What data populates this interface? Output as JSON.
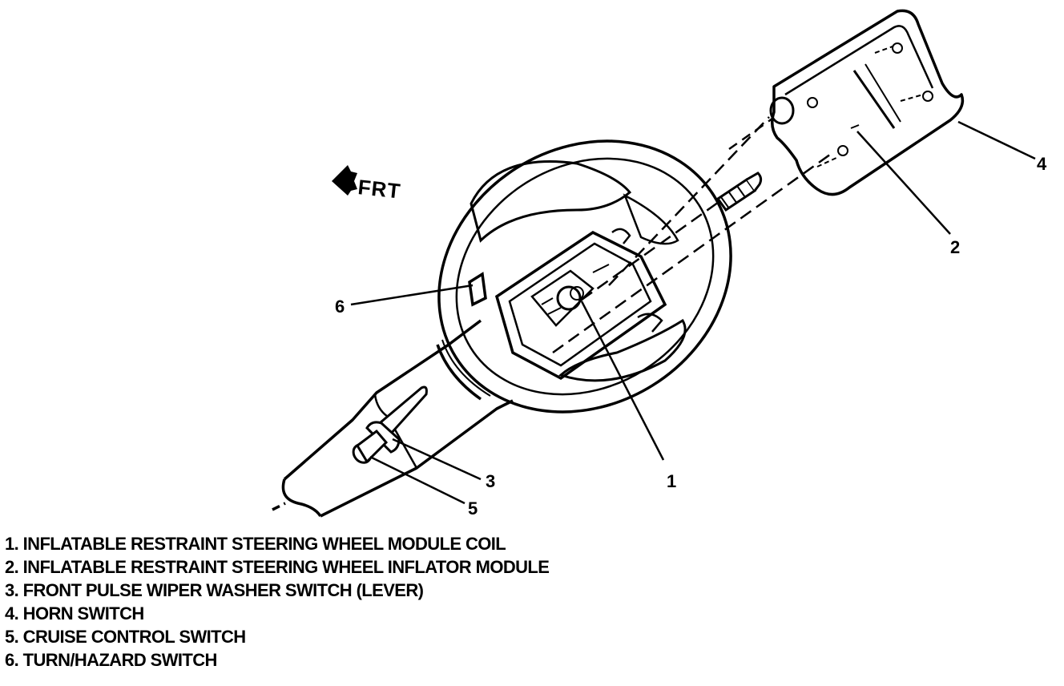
{
  "direction_label": "FRT",
  "callouts": [
    "1",
    "2",
    "3",
    "4",
    "5",
    "6"
  ],
  "legend": [
    "1. INFLATABLE RESTRAINT STEERING WHEEL MODULE COIL",
    "2. INFLATABLE RESTRAINT STEERING WHEEL INFLATOR MODULE",
    "3. FRONT PULSE WIPER WASHER SWITCH (LEVER)",
    "4. HORN SWITCH",
    "5. CRUISE CONTROL SWITCH",
    "6. TURN/HAZARD SWITCH"
  ],
  "colors": {
    "ink": "#000000",
    "background": "#ffffff"
  }
}
